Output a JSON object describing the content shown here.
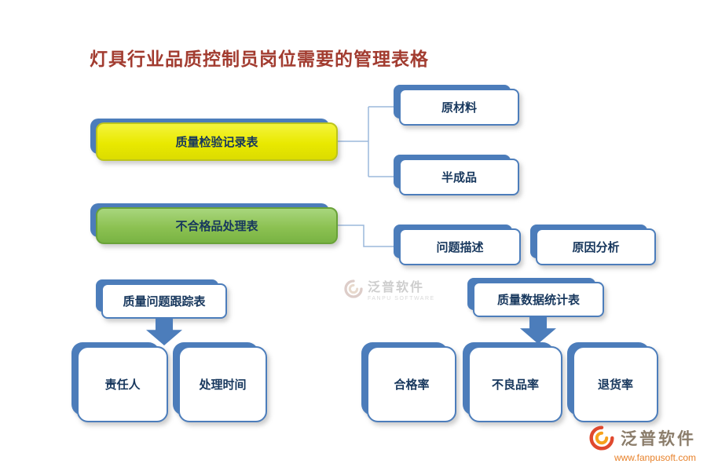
{
  "page_title": "灯具行业品质控制员岗位需要的管理表格",
  "nodes": {
    "inspection_record": "质量检验记录表",
    "raw_material": "原材料",
    "semi_finished": "半成品",
    "nonconforming_handling": "不合格品处理表",
    "problem_description": "问题描述",
    "cause_analysis": "原因分析",
    "issue_tracking": "质量问题跟踪表",
    "responsible_person": "责任人",
    "handling_time": "处理时间",
    "data_statistics": "质量数据统计表",
    "pass_rate": "合格率",
    "defect_rate": "不良品率",
    "return_rate": "退货率"
  },
  "relations": [
    {
      "from": "质量检验记录表",
      "to": [
        "原材料",
        "半成品"
      ],
      "style": "connector-line"
    },
    {
      "from": "不合格品处理表",
      "to": [
        "问题描述",
        "原因分析"
      ],
      "style": "connector-line"
    },
    {
      "from": "质量问题跟踪表",
      "to": [
        "责任人",
        "处理时间"
      ],
      "style": "down-arrow"
    },
    {
      "from": "质量数据统计表",
      "to": [
        "合格率",
        "不良品率",
        "退货率"
      ],
      "style": "down-arrow"
    }
  ],
  "watermark": {
    "brand": "泛普软件",
    "sub": "FANPU SOFTWARE"
  },
  "footer": {
    "brand": "泛普软件",
    "url": "www.fanpusoft.com"
  },
  "colors": {
    "accent_blue": "#4C7DBB",
    "title_red": "#A23C30",
    "text_navy": "#17375D",
    "yellow_fill": "#E9E900",
    "green_fill": "#8CC152",
    "connector": "#9CB8DC"
  }
}
